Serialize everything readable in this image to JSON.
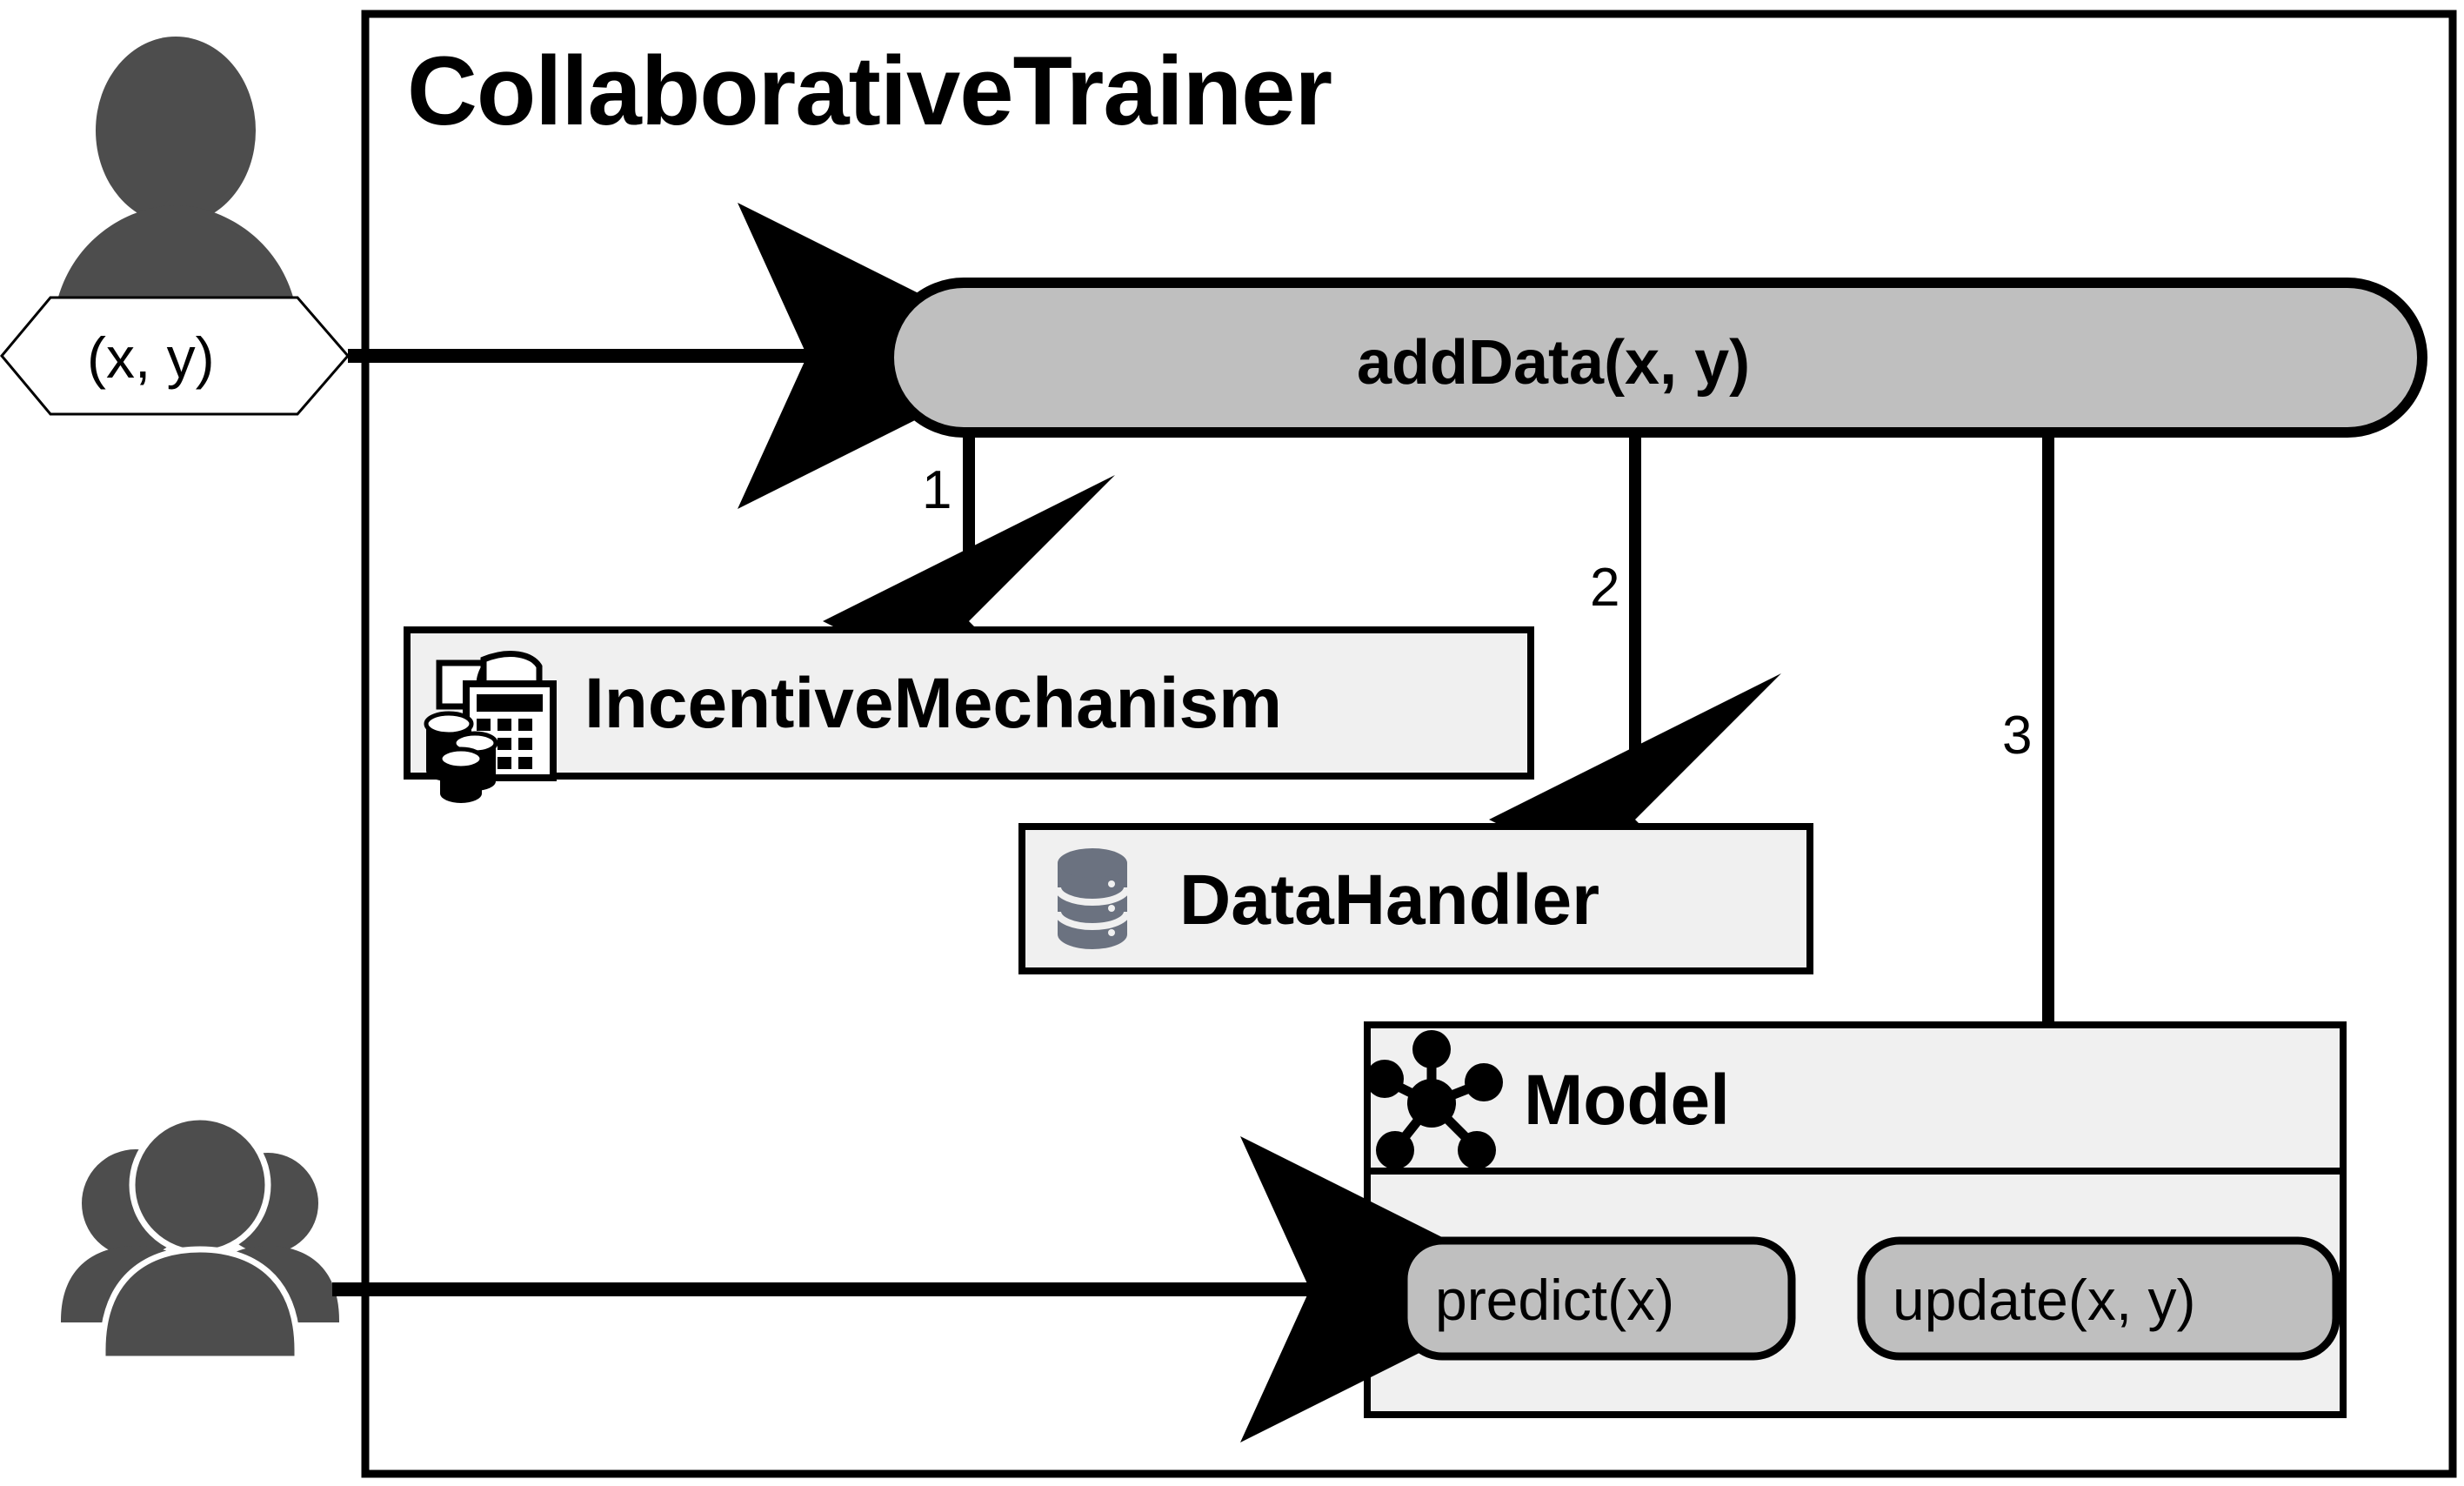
{
  "diagram": {
    "container_title": "CollaborativeTrainer",
    "entry_pill": {
      "label": "addData(x, y)",
      "fill": "#BFBFBF"
    },
    "actors": [
      {
        "name": "single-user",
        "icon": "user-icon",
        "data_label": "(x, y)",
        "color": "#4D4D4D"
      },
      {
        "name": "user-group",
        "icon": "users-group-icon",
        "color": "#4D4D4D"
      }
    ],
    "components": [
      {
        "id": "incentive",
        "label": "IncentiveMechanism",
        "icon": "calculator-coins-icon",
        "fill": "#F0F0F0"
      },
      {
        "id": "datahandler",
        "label": "DataHandler",
        "icon": "database-icon",
        "fill": "#F0F0F0"
      },
      {
        "id": "model",
        "label": "Model",
        "icon": "network-hub-icon",
        "fill": "#F0F0F0"
      }
    ],
    "model_methods": [
      {
        "id": "predict",
        "label": "predict(x)",
        "fill": "#BFBFBF"
      },
      {
        "id": "update",
        "label": "update(x, y)",
        "fill": "#BFBFBF"
      }
    ],
    "flow_labels": [
      "1",
      "2",
      "3"
    ],
    "colors": {
      "stroke": "#000000",
      "panel_fill": "#F0F0F0",
      "pill_fill": "#BFBFBF",
      "actor_fill": "#4D4D4D",
      "db_icon_fill": "#6B7280",
      "background": "#FFFFFF"
    }
  }
}
